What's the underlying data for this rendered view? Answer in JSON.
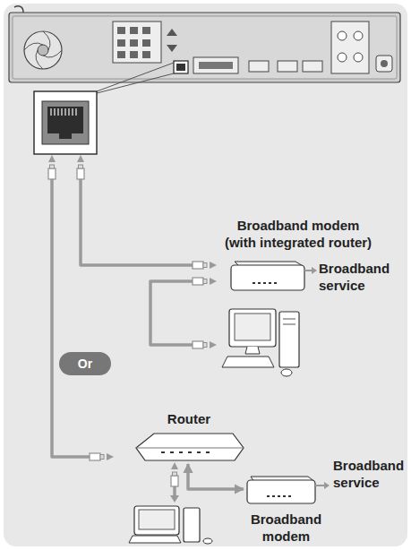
{
  "diagram": {
    "nodes": [
      {
        "text": [
          "Broadband modem (with integrated router)"
        ]
      },
      {
        "text": [
          "Router"
        ]
      },
      {
        "text": [
          "Broadband modem"
        ]
      }
    ],
    "edges": [
      {
        "from": 1,
        "to": 2,
        "arrow": "both"
      }
    ],
    "labels": [
      "Broadband service",
      "Or",
      "Broadband service"
    ]
  }
}
